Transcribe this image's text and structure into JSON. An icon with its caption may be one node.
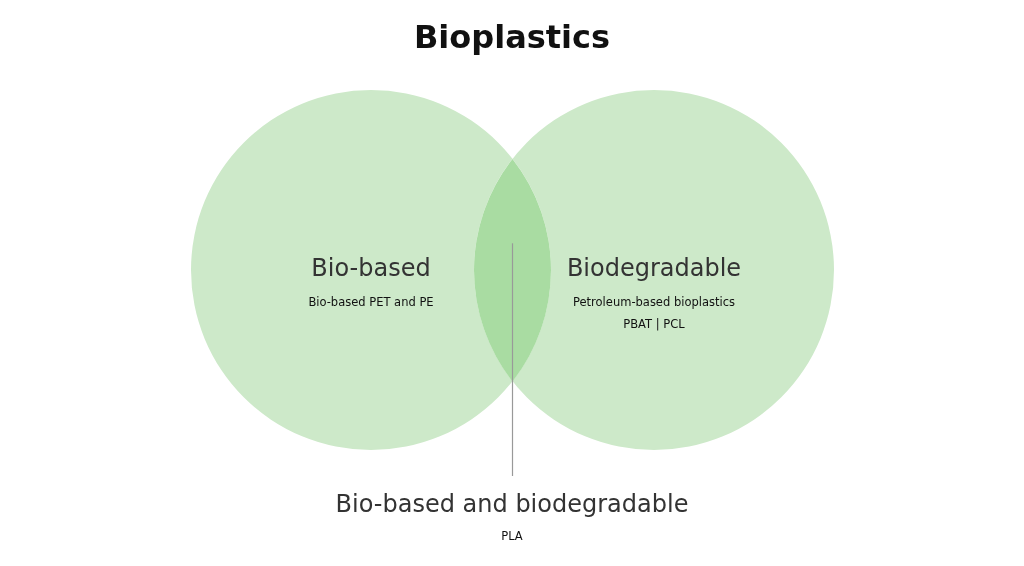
{
  "diagram": {
    "title": "Bioplastics",
    "nodes": [
      {
        "text": [
          "Bio-based",
          "Bio-based PET and PE"
        ]
      },
      {
        "text": [
          "Biodegradable",
          "Petroleum-based bioplastics",
          "PBAT | PCL"
        ]
      },
      {
        "text": [],
        "shape": "lens"
      },
      {
        "text": [
          "Bio-based and biodegradable",
          "PLA"
        ]
      }
    ],
    "edges": [
      {
        "from": 3,
        "to": 2,
        "arrow": "none"
      }
    ]
  }
}
